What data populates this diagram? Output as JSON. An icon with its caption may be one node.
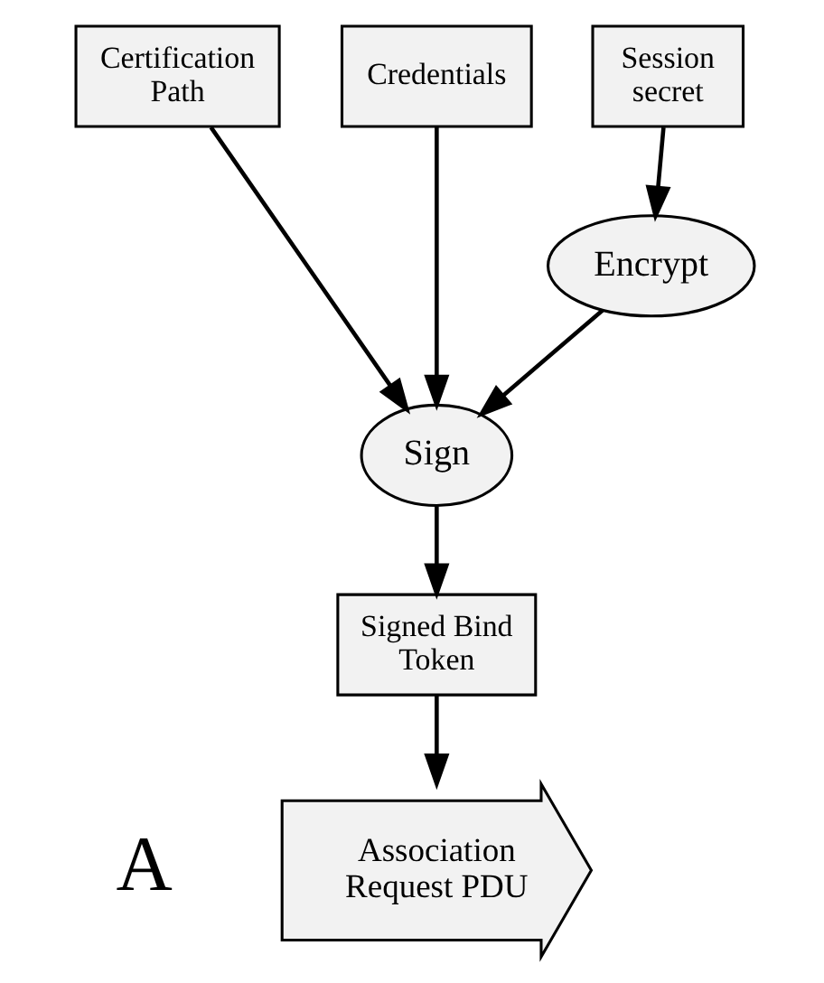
{
  "diagram": {
    "nodes": [
      {
        "text": [
          "Certification Path"
        ]
      },
      {
        "text": [
          "Credentials"
        ]
      },
      {
        "text": [
          "Session secret"
        ]
      },
      {
        "text": [
          "Encrypt"
        ]
      },
      {
        "text": [
          "Sign"
        ]
      },
      {
        "text": [
          "Signed Bind Token"
        ]
      },
      {
        "text": [
          "Association Request PDU"
        ]
      }
    ],
    "edges": [
      {
        "from": 0,
        "to": 4,
        "arrow": "to"
      },
      {
        "from": 1,
        "to": 4,
        "arrow": "to"
      },
      {
        "from": 2,
        "to": 3,
        "arrow": "to"
      },
      {
        "from": 3,
        "to": 4,
        "arrow": "to"
      },
      {
        "from": 4,
        "to": 5,
        "arrow": "to"
      },
      {
        "from": 5,
        "to": 6,
        "arrow": "to"
      }
    ],
    "labels": [
      "A"
    ]
  }
}
